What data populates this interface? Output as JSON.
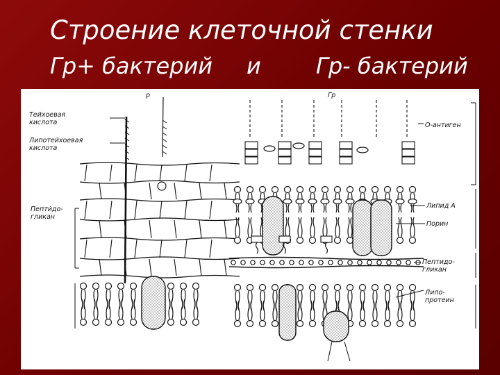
{
  "title": {
    "line1": "Строение клеточной стенки",
    "gram_pos": "Гр+ бактерий",
    "and": "и",
    "gram_neg": "Гр- бактерий"
  },
  "diagram": {
    "gp_top": "р",
    "gn_top": "Гр",
    "gp_labels": {
      "teichoic_1": "Тейхоевая",
      "teichoic_2": "кислота",
      "lipoteichoic_1": "Липотейхоевая",
      "lipoteichoic_2": "кислота",
      "peptidoglycan_1": "Пепти́до-",
      "peptidoglycan_2": "гликан"
    },
    "gn_labels": {
      "o_antigen": "О-антиген",
      "lipid_a": "Липид А",
      "porin": "Порин",
      "peptidoglycan_1": "Пептидо-",
      "peptidoglycan_2": "гликан",
      "lipoprotein_1": "Липо-",
      "lipoprotein_2": "протеин"
    }
  }
}
